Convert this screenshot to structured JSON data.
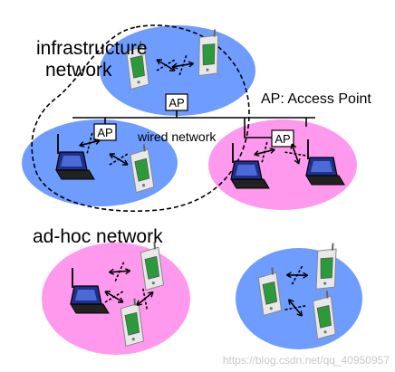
{
  "labels": {
    "infrastructure_line1": "infrastructure",
    "infrastructure_line2": "network",
    "ap_legend": "AP: Access Point",
    "wired_network": "wired network",
    "adhoc_network": "ad-hoc network",
    "ap_top": "AP",
    "ap_left": "AP",
    "ap_right": "AP"
  },
  "watermark": "https://blog.csdn.net/qq_40950957",
  "colors": {
    "blue_cell": "#6e9cff",
    "pink_cell": "#ff99ee",
    "device_body": "#e8e8e8",
    "device_screen": "#2a9a3a",
    "laptop_body": "#222222",
    "laptop_screen": "#1f2f8a"
  },
  "icons": [
    "pda-icon",
    "laptop-icon",
    "access-point-icon",
    "wireless-link-icon"
  ]
}
